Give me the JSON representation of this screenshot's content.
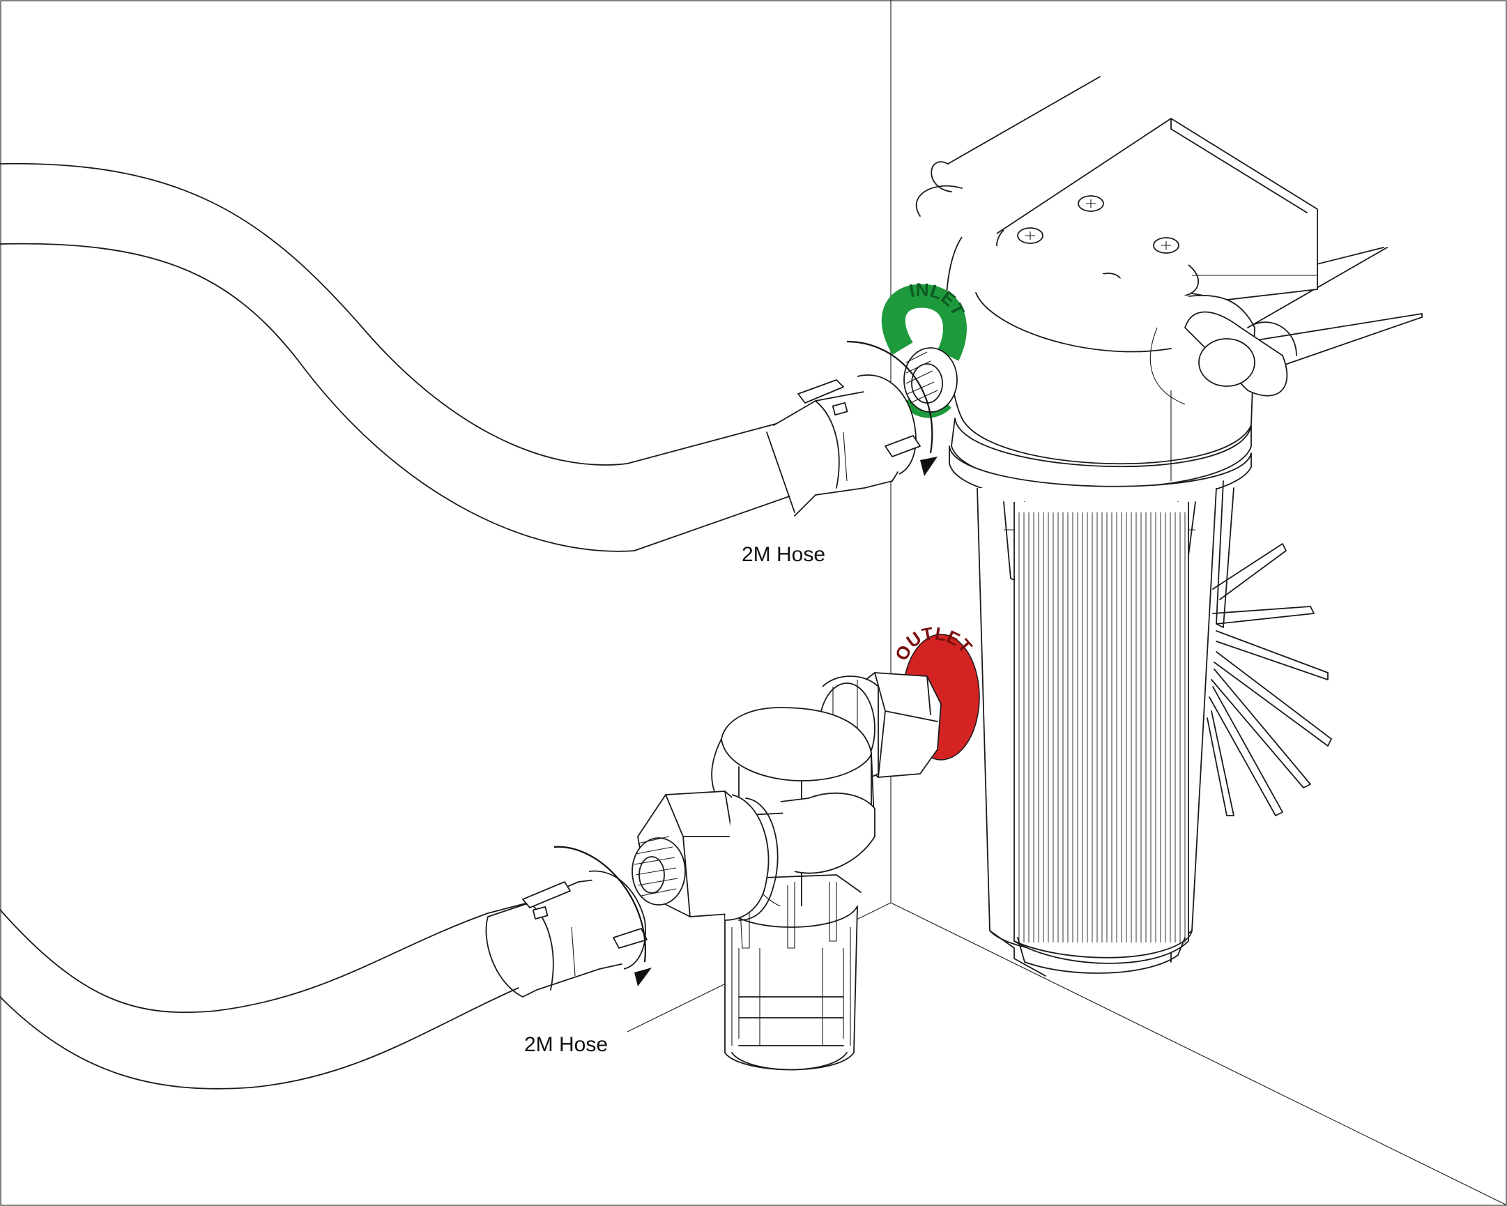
{
  "labels": {
    "hose_upper": "2M Hose",
    "hose_lower": "2M Hose"
  },
  "rings": {
    "inlet": "INLET",
    "outlet": "OUTLET"
  },
  "colors": {
    "inlet_ring": "#1e9a3c",
    "outlet_ring": "#d32323",
    "line": "#1a1a1a",
    "background": "#ffffff"
  },
  "icons": {
    "rotation_arrow": "clockwise-rotate-arrow",
    "screw": "phillips-screw-head"
  }
}
